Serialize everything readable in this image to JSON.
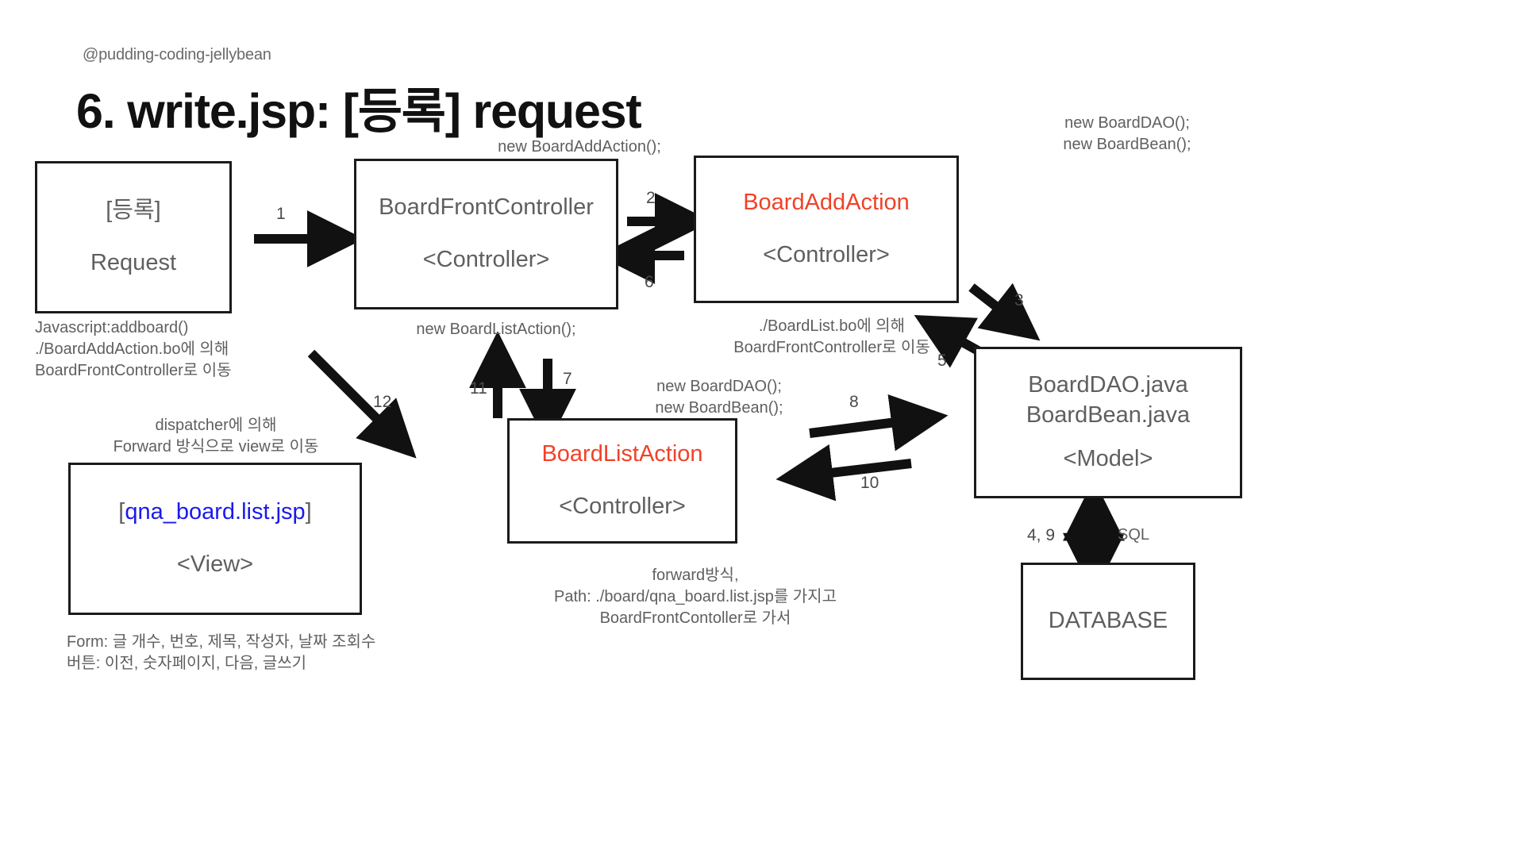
{
  "header": {
    "handle": "@pudding-coding-jellybean",
    "title": "6. write.jsp: [등록] request"
  },
  "boxes": {
    "request": {
      "line1": "[등록]",
      "line2": "Request"
    },
    "front_controller": {
      "line1": "BoardFrontController",
      "line2": "<Controller>"
    },
    "add_action": {
      "line1": "BoardAddAction",
      "line2": "<Controller>",
      "color": "#f04228"
    },
    "model": {
      "line1": "BoardDAO.java",
      "line2": "BoardBean.java",
      "line3": "<Model>"
    },
    "list_action": {
      "line1": "BoardListAction",
      "line2": "<Controller>",
      "color": "#f04228"
    },
    "view": {
      "bracket_open": "[",
      "name": "qna_board.list.jsp",
      "bracket_close": "]",
      "line2": "<View>",
      "color": "#1a19ee"
    },
    "database": {
      "line1": "DATABASE"
    }
  },
  "notes": {
    "new_board_add_action": "new BoardAddAction();",
    "new_dao_bean_top": "new BoardDAO();\nnew BoardBean();",
    "javascript_addboard": "Javascript:addboard()\n./BoardAddAction.bo에 의해\nBoardFrontController로 이동",
    "new_board_list_action": "new BoardListAction();",
    "boardlist_bo": "./BoardList.bo에 의해\nBoardFrontController로 이동",
    "new_dao_bean_mid": "new BoardDAO();\nnew BoardBean();",
    "dispatcher_forward": "dispatcher에 의해\nForward 방식으로 view로 이동",
    "forward_path": "forward방식,\nPath: ./board/qna_board.list.jsp를 가지고\nBoardFrontContoller로 가서",
    "form_buttons": "Form: 글 개수, 번호, 제목, 작성자, 날짜 조회수\n버튼: 이전, 숫자페이지, 다음, 글쓰기"
  },
  "edge_labels": {
    "n1": "1",
    "n2": "2",
    "n6": "6",
    "n3": "3",
    "n5": "5",
    "n12": "12",
    "n11": "11",
    "n7": "7",
    "n8": "8",
    "n10": "10",
    "n49": "4, 9",
    "sql": "SQL"
  },
  "colors": {
    "text_gray": "#5f5f5f",
    "accent_red": "#f04228",
    "accent_blue": "#1a19ee",
    "stroke_black": "#1b1b1b",
    "background": "#ffffff"
  }
}
